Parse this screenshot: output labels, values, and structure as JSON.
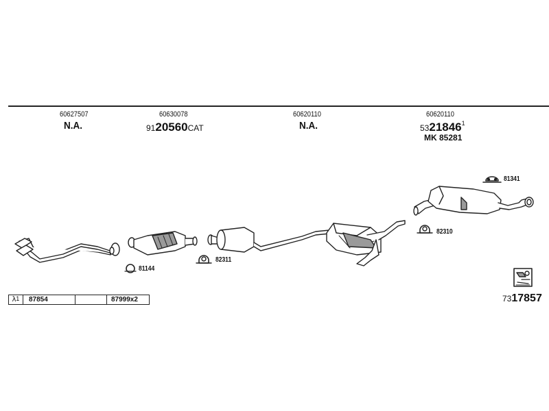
{
  "columns": [
    {
      "ref": "60627507",
      "line1": "N.A."
    },
    {
      "ref": "60630078",
      "line1_prefix": "91",
      "line1_main": "20560",
      "line1_suffix": "CAT"
    },
    {
      "ref": "60620110",
      "line1": "N.A."
    },
    {
      "ref": "60620110",
      "line1_prefix": "53",
      "line1_main": "21846",
      "line1_sup": "1",
      "line2": "MK  85281"
    }
  ],
  "part_labels": {
    "clamp_81144": "81144",
    "clamp_82311": "82311",
    "clamp_82310": "82310",
    "hanger_81341": "81341"
  },
  "parts_bar": {
    "lambda_symbol": "λ",
    "lambda_sup": "1",
    "cell1": "87854",
    "cell2": "",
    "cell3": "87999x2"
  },
  "catalog": {
    "prefix": "73",
    "main": "17857"
  },
  "colors": {
    "line": "#222222",
    "part_fill": "#ffffff",
    "shade": "#9a9a9a"
  }
}
